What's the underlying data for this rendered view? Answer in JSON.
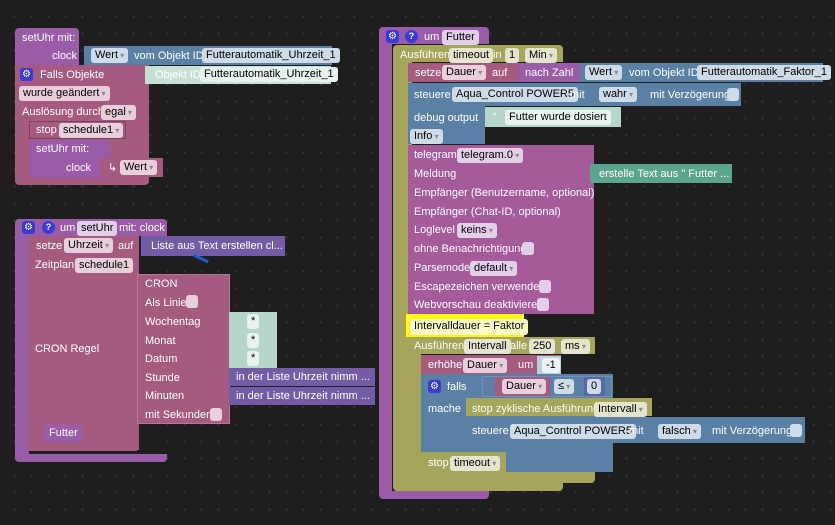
{
  "block_top_left": {
    "call_label": "setUhr  mit:",
    "clock_label": "clock",
    "value_field": "Wert",
    "from_object_label": "vom Objekt ID",
    "object_id": "Futterautomatik_Uhrzeit_1",
    "trigger_label": "Falls Objekte",
    "trigger_object_label": "Objekt ID",
    "trigger_object_id": "Futterautomatik_Uhrzeit_1",
    "changed_field": "wurde geändert",
    "trigger_by_label": "Auslösung durch",
    "trigger_by_value": "egal",
    "stop_label": "stop",
    "stop_schedule": "schedule1",
    "inner_call_label": "setUhr  mit:",
    "inner_clock_label": "clock",
    "inner_value_icon": "↳",
    "inner_value": "Wert"
  },
  "block_setuhr": {
    "gear_icon": "⚙",
    "help_icon": "?",
    "um_label": "um",
    "func_name": "setUhr",
    "params_label": "mit: clock",
    "set_label": "setze",
    "var_name": "Uhrzeit",
    "to_label": "auf",
    "list_block": "Liste aus Text erstellen cl...",
    "schedule_label": "Zeitplan",
    "schedule_name": "schedule1",
    "cron_rule_label": "CRON Regel",
    "cron_label": "CRON",
    "as_line_label": "Als Linie",
    "weekday_label": "Wochentag",
    "month_label": "Monat",
    "date_label": "Datum",
    "hour_label": "Stunde",
    "minutes_label": "Minuten",
    "seconds_label": "mit Sekunden",
    "star_value": "*",
    "list_get": "in der Liste Uhrzeit nimm  ...",
    "call_futter": "Futter"
  },
  "block_futter": {
    "gear_icon": "⚙",
    "help_icon": "?",
    "um_label": "um",
    "func_name": "Futter",
    "exec_label": "Ausführen",
    "timeout_name": "timeout",
    "in_label": "in",
    "in_value": "1",
    "unit": "Min",
    "set_label": "setze",
    "var_name": "Dauer",
    "to_label": "auf",
    "to_number_label": "nach Zahl",
    "value_field": "Wert",
    "from_object_label": "vom Objekt ID",
    "object_id": "Futterautomatik_Faktor_1",
    "control_label": "steuere",
    "device": "Aqua_Control POWER5",
    "with_label": "mit",
    "true_value": "wahr",
    "delay_label": "mit Verzögerung",
    "debug_label": "debug output",
    "debug_text": "Futter wurde dosiert",
    "debug_level": "Info",
    "telegram_label": "telegram",
    "telegram_instance": "telegram.0",
    "message_label": "Meldung",
    "message_block": "erstelle Text aus \" Futter ...",
    "recipient_user_label": "Empfänger (Benutzername, optional)",
    "recipient_chat_label": "Empfänger (Chat-ID, optional)",
    "loglevel_label": "Loglevel",
    "loglevel_value": "keins",
    "silent_label": "ohne Benachrichtigung",
    "parsemode_label": "Parsemode",
    "parsemode_value": "default",
    "escape_label": "Escapezeichen verwenden",
    "webpreview_label": "Webvorschau deaktivieren",
    "comment": "Intervalldauer = Faktor",
    "interval_exec_label": "Ausführen",
    "interval_name": "Intervall",
    "every_label": "alle",
    "interval_value": "250",
    "interval_unit": "ms",
    "increment_label": "erhöhe",
    "inc_var": "Dauer",
    "by_label": "um",
    "inc_value": "-1",
    "if_label": "falls",
    "cmp_var": "Dauer",
    "cmp_op": "≤",
    "cmp_value": "0",
    "do_label": "mache",
    "stop_interval_label": "stop zyklische Ausführung",
    "stop_interval_name": "Intervall",
    "control2_label": "steuere",
    "device2": "Aqua_Control POWER5",
    "with2_label": "mit",
    "false_value": "falsch",
    "delay2_label": "mit Verzögerung",
    "stop_label": "stop",
    "stop_timeout": "timeout"
  }
}
